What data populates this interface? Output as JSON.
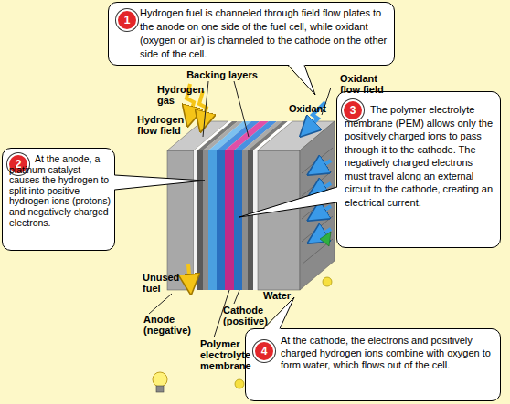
{
  "diagram": {
    "nodes": [
      {
        "text": [
          "1",
          "Hydrogen fuel is channeled through field flow plates to the anode on one side of the fuel cell, while oxidant (oxygen or air) is channeled to the cathode on the other side of the cell."
        ]
      },
      {
        "text": [
          "2",
          "At the anode, a platinum catalyst causes the hydrogen to split into positive hydrogen ions (protons) and negatively charged electrons."
        ]
      },
      {
        "text": [
          "3",
          "The polymer electrolyte membrane (PEM) allows only the positively charged ions to pass through it to the cathode. The negatively charged electrons must travel along an external circuit to the cathode, creating an electrical current."
        ]
      },
      {
        "text": [
          "4",
          "At the cathode, the electrons and positively charged hydrogen ions combine with oxygen to form water, which flows out of the cell."
        ]
      }
    ],
    "labels": [
      "Hydrogen gas",
      "Hydrogen flow field",
      "Backing layers",
      "Oxidant",
      "Oxidant flow field",
      "Unused fuel",
      "Water",
      "Anode (negative)",
      "Polymer electrolyte membrane",
      "Cathode (positive)"
    ]
  }
}
